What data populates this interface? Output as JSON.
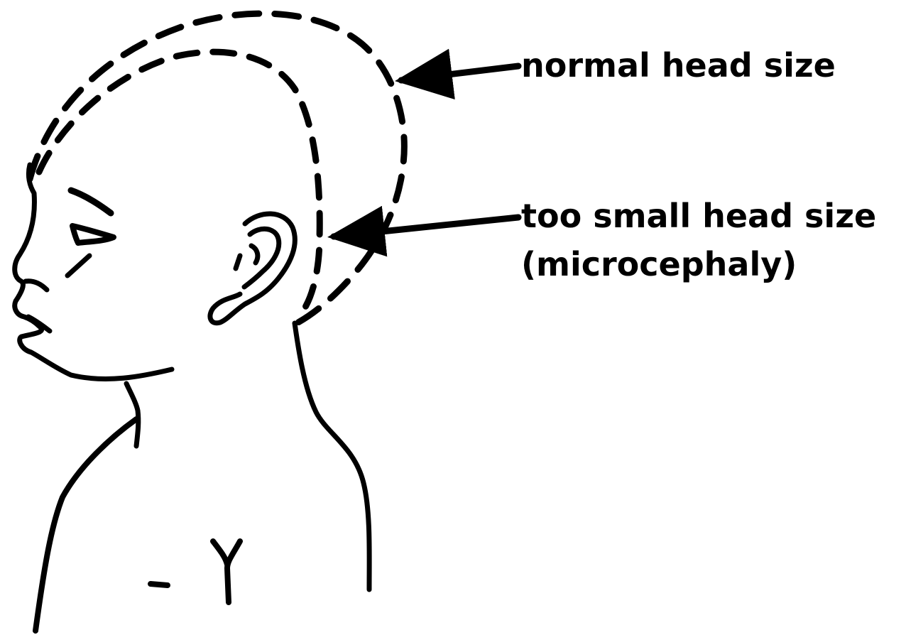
{
  "labels": {
    "normal": "normal head size",
    "small": "too small head size",
    "micro": "(microcephaly)"
  },
  "colors": {
    "ink": "#000000",
    "background": "#ffffff"
  }
}
